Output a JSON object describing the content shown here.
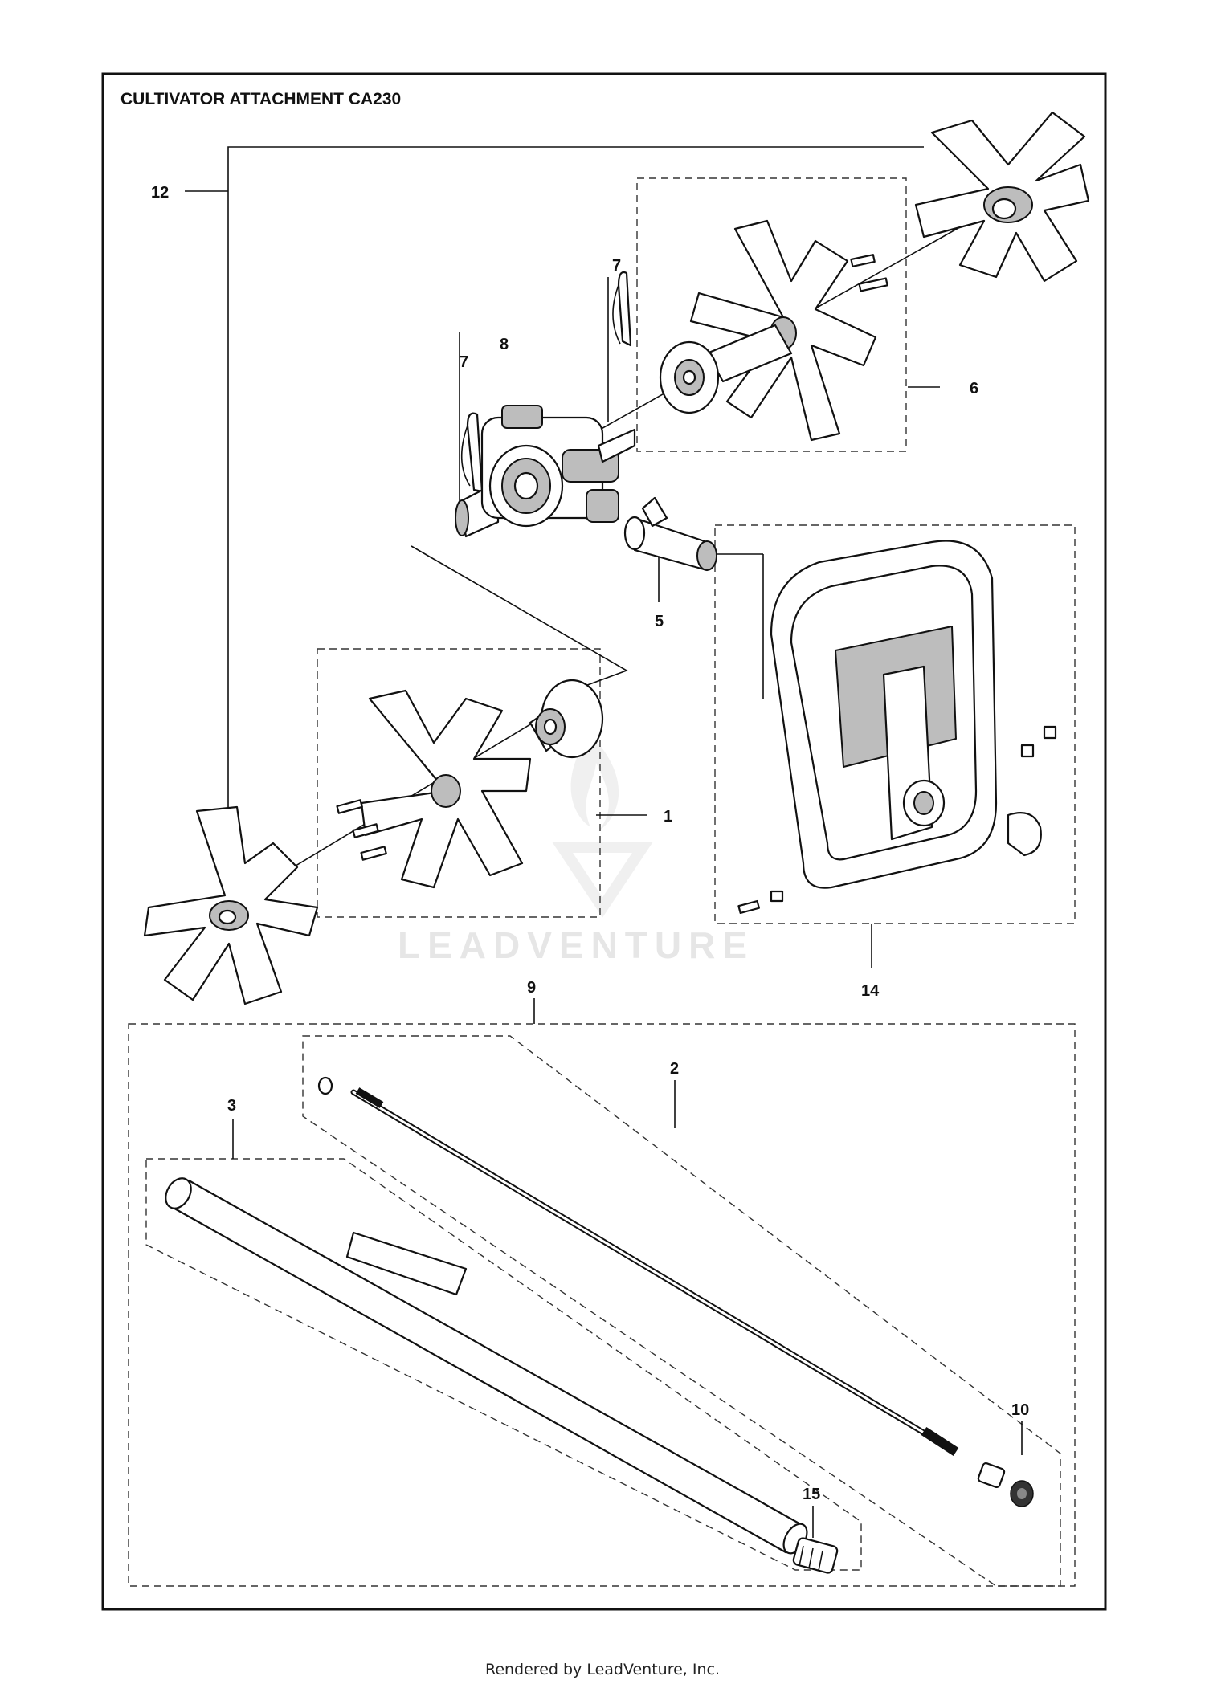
{
  "diagram": {
    "title": "CULTIVATOR ATTACHMENT CA230",
    "callouts": [
      {
        "id": "c12",
        "text": "12"
      },
      {
        "id": "c7a",
        "text": "7"
      },
      {
        "id": "c7b",
        "text": "7"
      },
      {
        "id": "c8",
        "text": "8"
      },
      {
        "id": "c6",
        "text": "6"
      },
      {
        "id": "c5",
        "text": "5"
      },
      {
        "id": "c1",
        "text": "1"
      },
      {
        "id": "c9",
        "text": "9"
      },
      {
        "id": "c14",
        "text": "14"
      },
      {
        "id": "c2",
        "text": "2"
      },
      {
        "id": "c3",
        "text": "3"
      },
      {
        "id": "c10",
        "text": "10"
      },
      {
        "id": "c15",
        "text": "15"
      }
    ],
    "watermark": "LEADVENTURE"
  },
  "footer": "Rendered by LeadVenture, Inc."
}
